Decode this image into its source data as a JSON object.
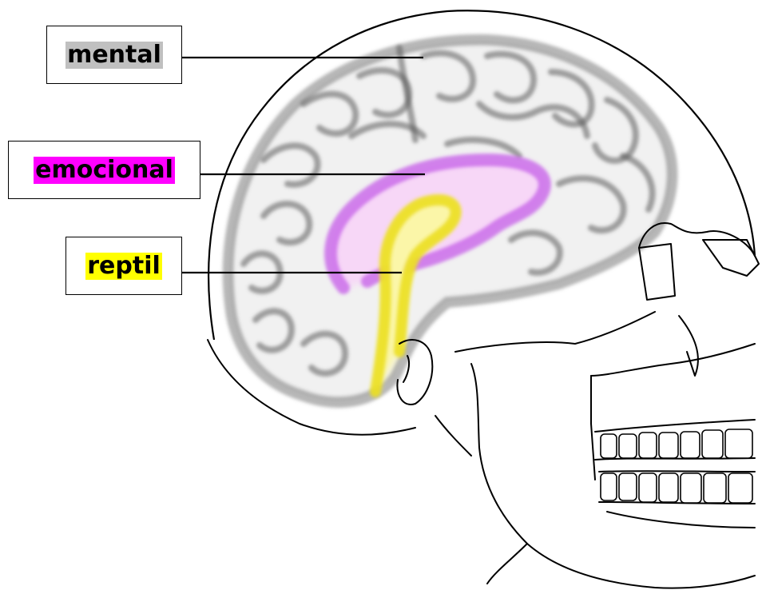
{
  "labels": {
    "mental": {
      "text": "mental",
      "highlight": "#c0c0c0"
    },
    "emocional": {
      "text": "emocional",
      "highlight": "#ff00ff"
    },
    "reptil": {
      "text": "reptil",
      "highlight": "#ffff00"
    }
  },
  "colors": {
    "outline": "#000000",
    "cortex_shading": "#a8a8a8",
    "limbic": "#cc66ee",
    "reptilian": "#f2ee22"
  },
  "icons": {
    "illustration": "brain-inside-skull-sagittal"
  }
}
